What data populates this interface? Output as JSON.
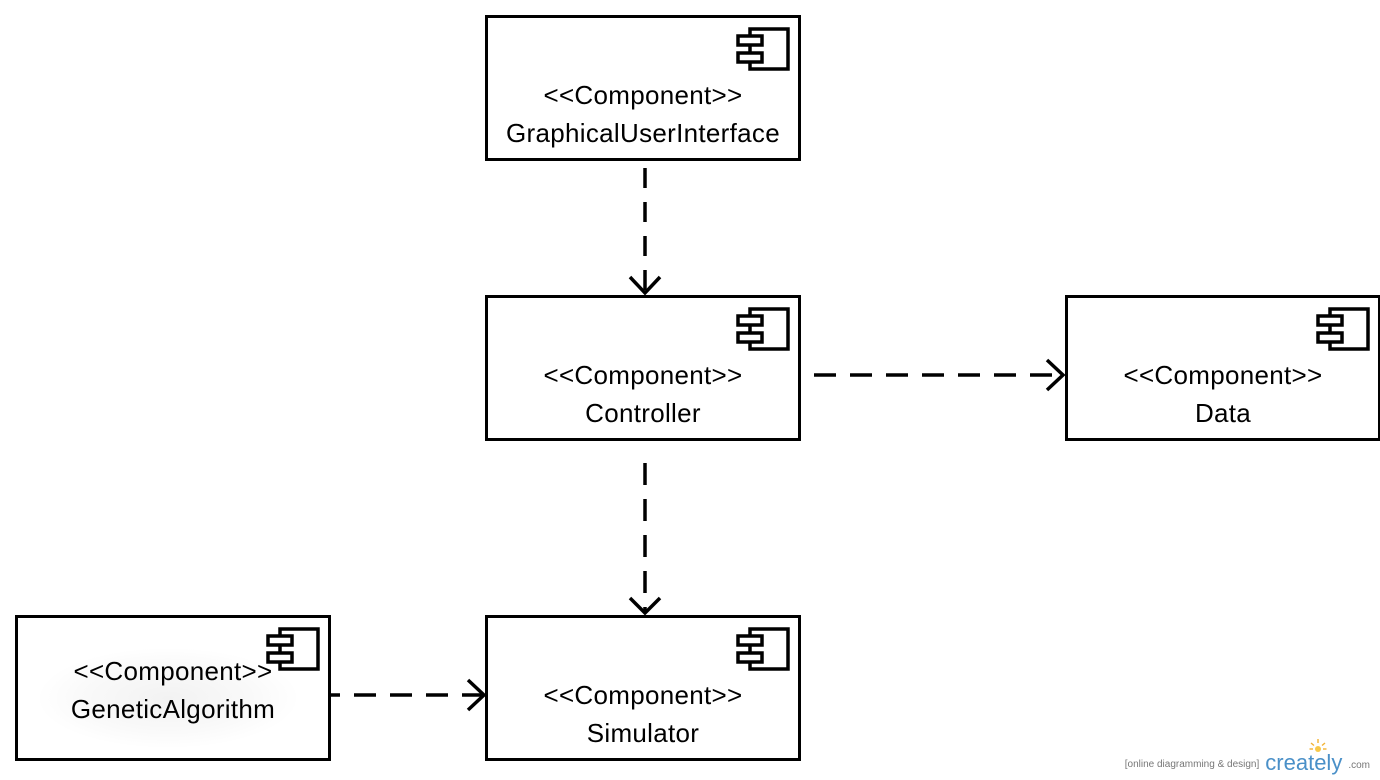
{
  "components": [
    {
      "id": "gui",
      "stereotype": "<<Component>>",
      "name": "GraphicalUserInterface"
    },
    {
      "id": "controller",
      "stereotype": "<<Component>>",
      "name": "Controller"
    },
    {
      "id": "data",
      "stereotype": "<<Component>>",
      "name": "Data"
    },
    {
      "id": "ga",
      "stereotype": "<<Component>>",
      "name": "GeneticAlgorithm"
    },
    {
      "id": "simulator",
      "stereotype": "<<Component>>",
      "name": "Simulator"
    }
  ],
  "dependencies": [
    {
      "from": "GraphicalUserInterface",
      "to": "Controller",
      "style": "dashed"
    },
    {
      "from": "Controller",
      "to": "Data",
      "style": "dashed"
    },
    {
      "from": "Controller",
      "to": "Simulator",
      "style": "dashed"
    },
    {
      "from": "GeneticAlgorithm",
      "to": "Simulator",
      "style": "dashed"
    }
  ],
  "watermark": {
    "tagline": "[online diagramming & design]",
    "brand": "creately",
    "suffix": ".com",
    "brand_color": "#4a90c8"
  },
  "icons": {
    "component": "uml-component-icon"
  }
}
